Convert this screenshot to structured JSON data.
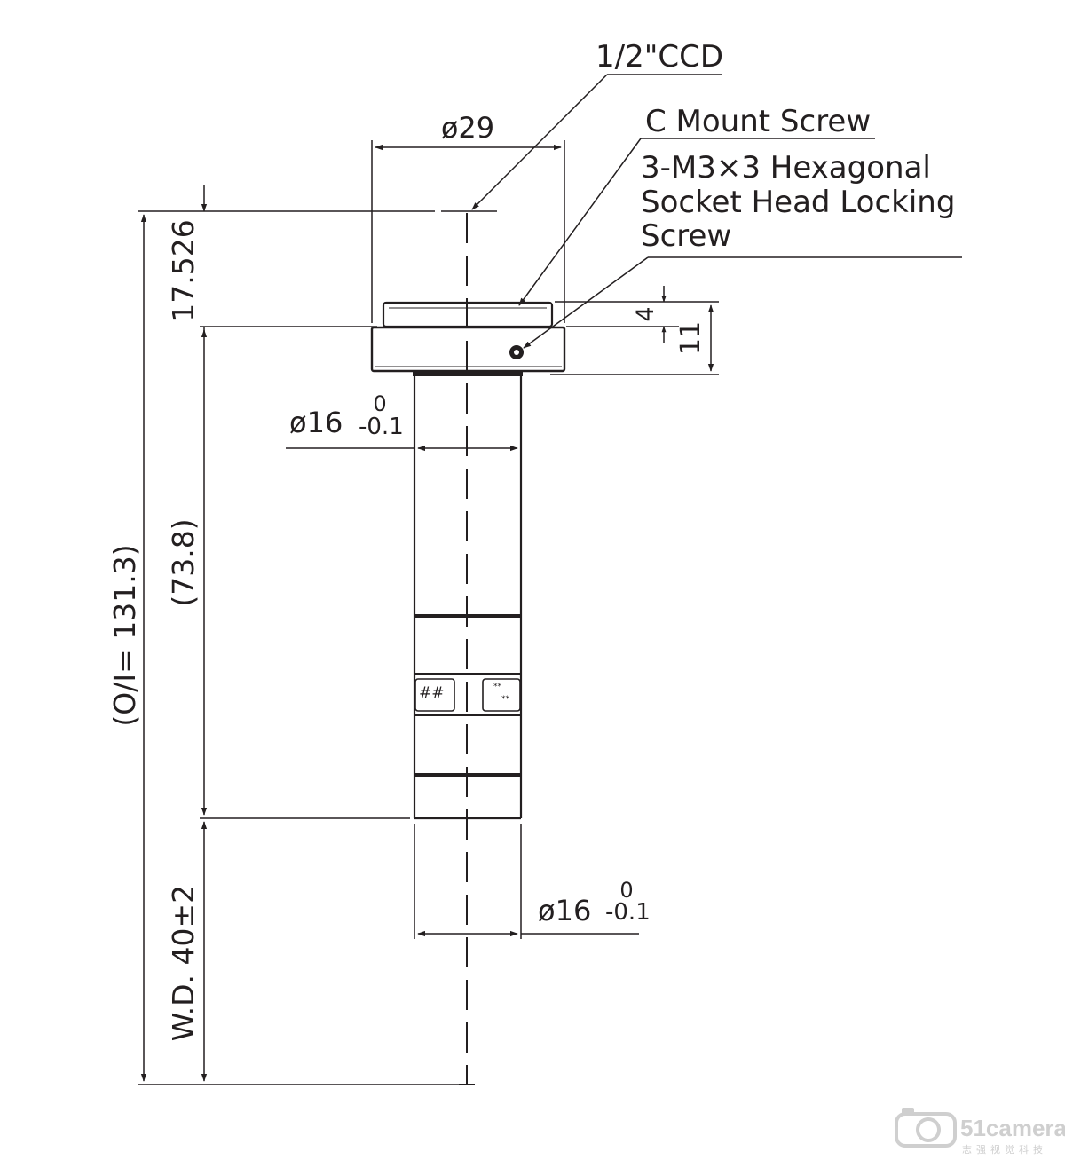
{
  "callouts": {
    "sensor": "1/2\"CCD",
    "mount": "C Mount Screw",
    "locking_screw_line1": "3-M3×3 Hexagonal",
    "locking_screw_line2": "Socket Head Locking",
    "locking_screw_line3": "Screw"
  },
  "dimensions": {
    "flange_diameter": "ø29",
    "flange_back": "17.526",
    "thread_height": "4",
    "flange_height": "11",
    "upper_barrel_diameter": "ø16",
    "upper_tol_upper": "0",
    "upper_tol_lower": "-0.1",
    "lower_barrel_diameter": "ø16",
    "lower_tol_upper": "0",
    "lower_tol_lower": "-0.1",
    "body_length": "(73.8)",
    "object_to_image": "(O/I= 131.3)",
    "working_distance": "W.D. 40±2"
  },
  "barrel_marks": {
    "left_window": "##",
    "right_window_top": "**",
    "right_window_bottom": "**"
  },
  "watermark": {
    "brand": "51camera",
    "tagline": "志强视觉科技"
  }
}
